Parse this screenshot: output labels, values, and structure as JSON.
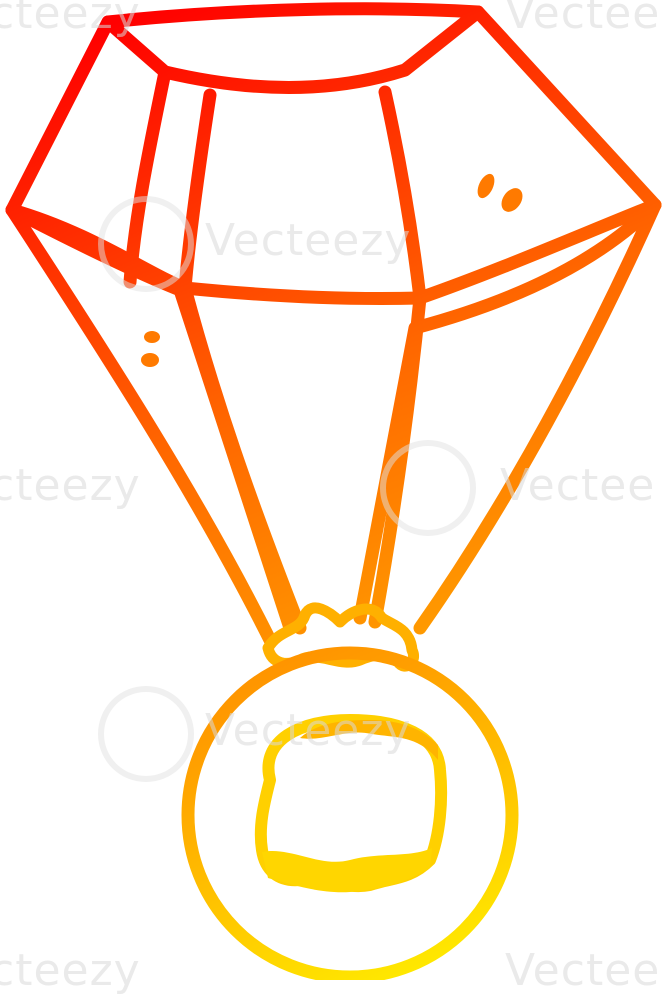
{
  "image": {
    "subject": "cartoon-gem-ring-icon",
    "style": "hand-drawn line art",
    "gradient": {
      "start_color": "#ff0000",
      "end_color": "#ffff00"
    },
    "background": "#ffffff"
  },
  "watermark": {
    "text": "Vecteezy",
    "partial_left": "cteezy",
    "partial_right": "Vectee",
    "color": "#d9d9d9"
  }
}
